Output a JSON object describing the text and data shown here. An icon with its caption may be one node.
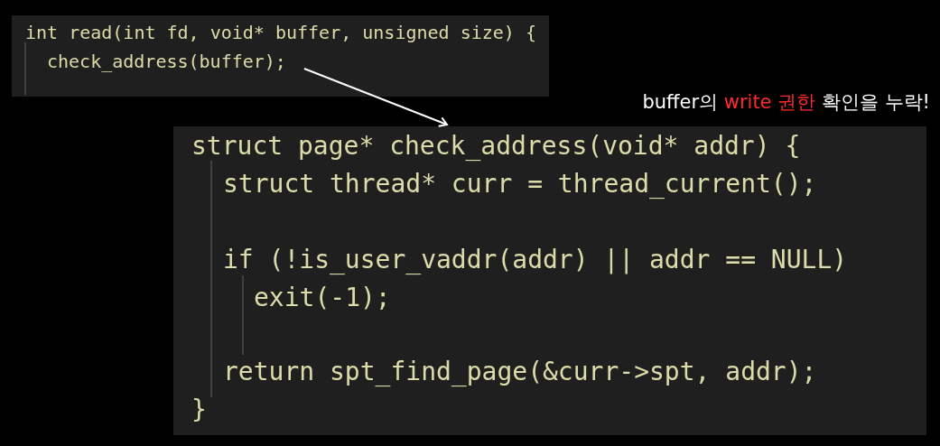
{
  "diagram": {
    "nodes": [
      {
        "text": [
          "int read(int fd, void* buffer, unsigned size) {"
        ]
      },
      {
        "text": [
          "check_address(buffer);"
        ],
        "in": 0
      },
      {
        "text": [
          "struct page* check_address(void* addr) {",
          "struct thread* curr = thread_current();",
          "if (!is_user_vaddr(addr) || addr == NULL)",
          "exit(-1);",
          "return spt_find_page(&curr->spt, addr);",
          "}"
        ]
      }
    ],
    "edges": [
      {
        "from": 1,
        "to": 2,
        "arrow": "to"
      }
    ],
    "labels": [
      "buffer의 **write 권한** 확인을 누락!"
    ]
  }
}
